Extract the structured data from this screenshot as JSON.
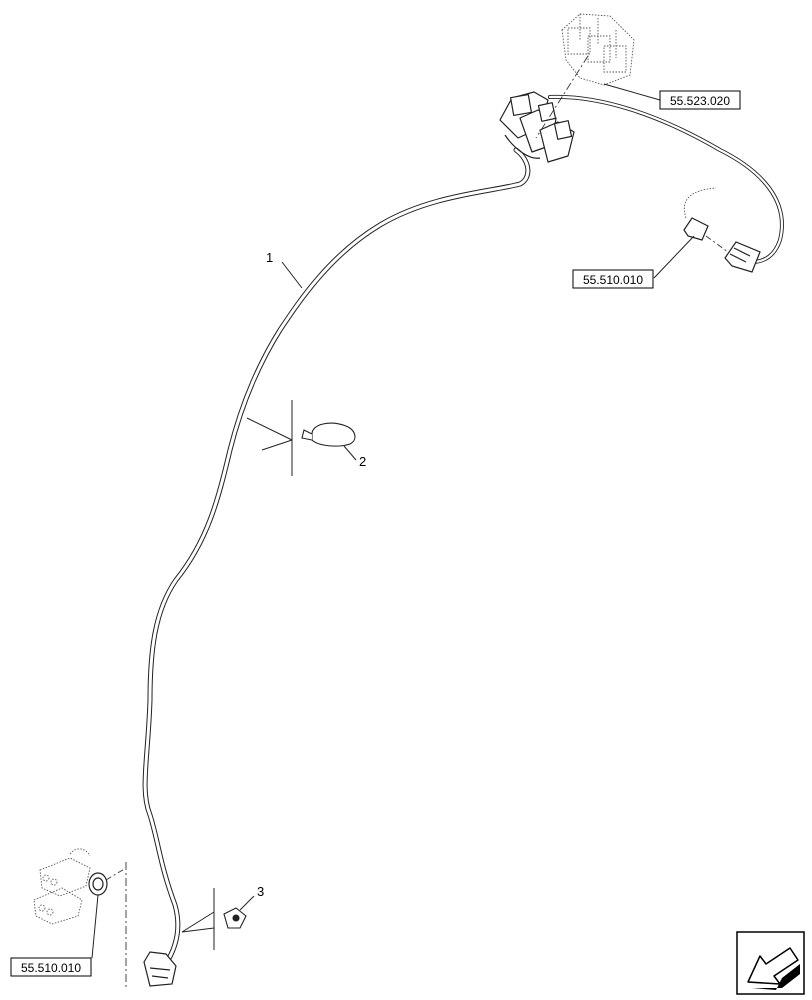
{
  "callouts": {
    "harness": "1",
    "tie": "2",
    "clip": "3"
  },
  "references": {
    "relay_block": "55.523.020",
    "connector_right": "55.510.010",
    "connector_left": "55.510.010"
  },
  "icons": {
    "navigation": "return-arrow-icon"
  }
}
